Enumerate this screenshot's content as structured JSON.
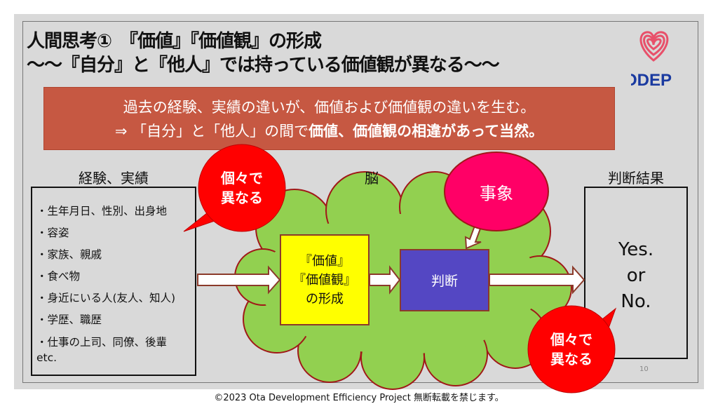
{
  "title": {
    "line1": "人間思考①　『価値』『価値観』の形成",
    "line2": "～～『自分』と『他人』では持っている価値観が異なる～～"
  },
  "logo": {
    "text": "ODEP",
    "heart_color": "#e8506a",
    "text_color": "#1a3aa0"
  },
  "banner": {
    "line1": "過去の経験、実績の違いが、価値および価値観の違いを生む。",
    "line2_prefix": "⇒ 「自分」と「他人」の間で",
    "line2_bold": "価値、価値観の相違があって当然。"
  },
  "left": {
    "heading": "経験、実績",
    "items": [
      "・生年月日、性別、出身地",
      "・容姿",
      "・家族、親戚",
      "・食べ物",
      "・身近にいる人(友人、知人)",
      "・学歴、職歴",
      "・仕事の上司、同僚、後輩",
      "etc."
    ]
  },
  "bubble1": {
    "line1": "個々で",
    "line2": "異なる"
  },
  "brain": {
    "heading": "脳",
    "values_box": [
      "『価値』",
      "『価値観』",
      "の形成"
    ],
    "judge": "判断"
  },
  "event": {
    "label": "事象"
  },
  "right": {
    "heading": "判断結果",
    "result": [
      "Yes.",
      "or",
      "No."
    ]
  },
  "bubble2": {
    "line1": "個々で",
    "line2": "異なる"
  },
  "page_number": "10",
  "footer": "©2023  Ota Development Efficiency Project 無断転載を禁じます。",
  "colors": {
    "banner": "#c65842",
    "cloud": "#92d050",
    "bubble": "#ff0000",
    "event": "#ff0066",
    "yellow": "#ffff00",
    "purple": "#5447c3"
  }
}
